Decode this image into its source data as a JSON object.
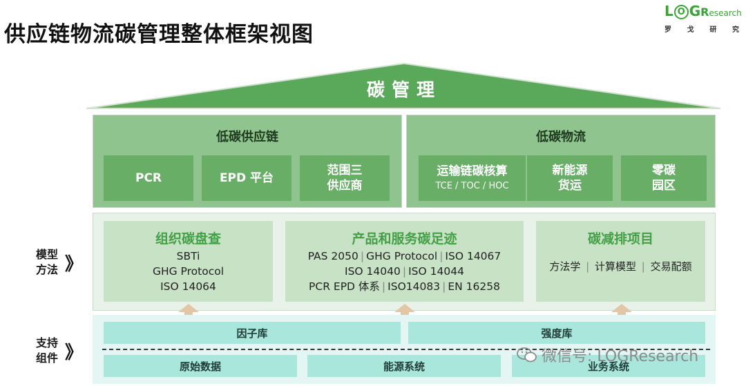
{
  "title": "供应链物流碳管理整体框架视图",
  "logo": {
    "main_prefix": "L",
    "main_o": "O",
    "main_g": "G",
    "main_r": "R",
    "main_suffix": "esearch",
    "sub": [
      "罗",
      "戈",
      "研",
      "究"
    ]
  },
  "roof": {
    "label": "碳管理"
  },
  "low_carbon_supply": {
    "title": "低碳供应链",
    "tiles": [
      {
        "label": "PCR",
        "sub": ""
      },
      {
        "label": "EPD 平台",
        "sub": ""
      },
      {
        "label": "范围三\n供应商",
        "sub": ""
      }
    ]
  },
  "low_carbon_logistics": {
    "title": "低碳物流",
    "tiles": [
      {
        "label": "运输链碳核算",
        "sub": "TCE / TOC / HOC"
      },
      {
        "label": "新能源\n货运",
        "sub": ""
      },
      {
        "label": "零碳\n园区",
        "sub": ""
      }
    ]
  },
  "model_method": {
    "side_label_1": "模型",
    "side_label_2": "方法",
    "chevron": "》",
    "cards": [
      {
        "title": "组织碳盘查",
        "lines": [
          [
            "SBTi"
          ],
          [
            "GHG Protocol"
          ],
          [
            "ISO 14064"
          ]
        ]
      },
      {
        "title": "产品和服务碳足迹",
        "lines": [
          [
            "PAS 2050",
            "GHG Protocol",
            "ISO 14067"
          ],
          [
            "ISO 14040",
            "ISO 14044"
          ],
          [
            "PCR EPD 体系",
            "ISO14083",
            "EN 16258"
          ]
        ]
      },
      {
        "title": "碳减排项目",
        "lines": [
          [
            "方法学",
            "计算模型",
            "交易配额"
          ]
        ]
      }
    ]
  },
  "support": {
    "side_label_1": "支持",
    "side_label_2": "组件",
    "chevron": "》",
    "top": [
      "因子库",
      "强度库"
    ],
    "bottom": [
      "原始数据",
      "能源系统",
      "业务系统"
    ]
  },
  "watermark": "微信号: LOGResearch",
  "colors": {
    "roof": "#5aa85a",
    "panel": "#8fc48e",
    "tile": "#68ae67",
    "model_card": "#c7e2c4",
    "model_title": "#43a047",
    "support_box": "#a9e6dc",
    "arrow": "#e2c6a6",
    "logo_green": "#3aa336"
  }
}
